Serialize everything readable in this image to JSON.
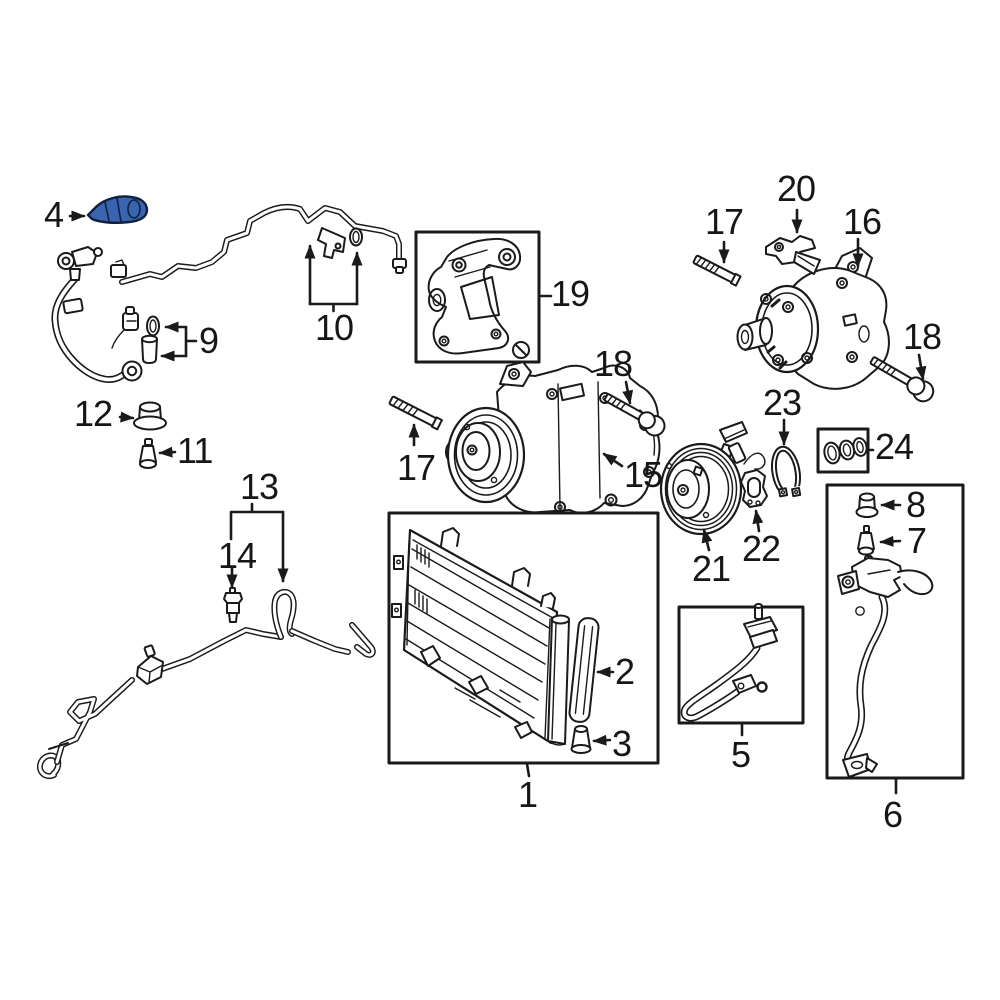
{
  "figure": {
    "kind": "exploded-parts-diagram",
    "background_color": "#ffffff",
    "line_color": "#1a1a1a",
    "highlight_color": "#3a63b0",
    "highlighted_callout": "4"
  },
  "callouts": [
    {
      "id": "callout-4",
      "label": "4"
    },
    {
      "id": "callout-9",
      "label": "9"
    },
    {
      "id": "callout-10",
      "label": "10"
    },
    {
      "id": "callout-12",
      "label": "12"
    },
    {
      "id": "callout-11",
      "label": "11"
    },
    {
      "id": "callout-13",
      "label": "13"
    },
    {
      "id": "callout-14",
      "label": "14"
    },
    {
      "id": "callout-19",
      "label": "19"
    },
    {
      "id": "callout-17-top",
      "label": "17"
    },
    {
      "id": "callout-20",
      "label": "20"
    },
    {
      "id": "callout-16",
      "label": "16"
    },
    {
      "id": "callout-18-right",
      "label": "18"
    },
    {
      "id": "callout-17-mid",
      "label": "17"
    },
    {
      "id": "callout-18-mid",
      "label": "18"
    },
    {
      "id": "callout-15",
      "label": "15"
    },
    {
      "id": "callout-23",
      "label": "23"
    },
    {
      "id": "callout-24",
      "label": "24"
    },
    {
      "id": "callout-21",
      "label": "21"
    },
    {
      "id": "callout-22",
      "label": "22"
    },
    {
      "id": "callout-8",
      "label": "8"
    },
    {
      "id": "callout-7",
      "label": "7"
    },
    {
      "id": "callout-2",
      "label": "2"
    },
    {
      "id": "callout-3",
      "label": "3"
    },
    {
      "id": "callout-1",
      "label": "1"
    },
    {
      "id": "callout-5",
      "label": "5"
    },
    {
      "id": "callout-6",
      "label": "6"
    }
  ]
}
